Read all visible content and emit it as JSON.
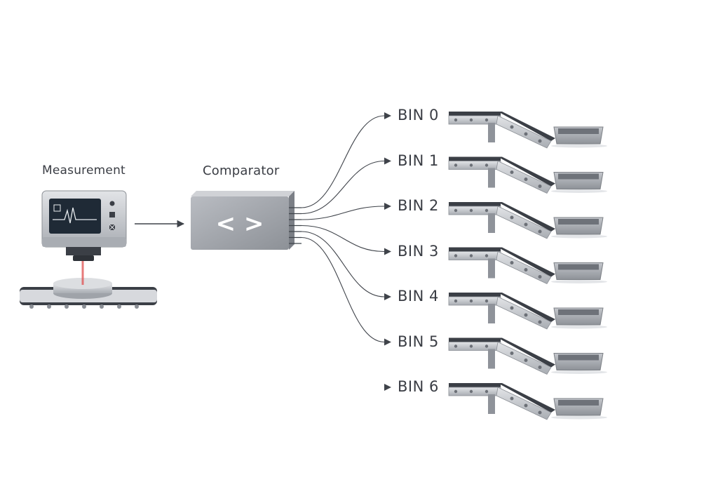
{
  "measurement": {
    "label": "Measurement"
  },
  "comparator": {
    "label": "Comparator",
    "symbol": "< >"
  },
  "bins": [
    {
      "label": "BIN 0"
    },
    {
      "label": "BIN 1"
    },
    {
      "label": "BIN 2"
    },
    {
      "label": "BIN 3"
    },
    {
      "label": "BIN 4"
    },
    {
      "label": "BIN 5"
    },
    {
      "label": "BIN 6"
    }
  ],
  "colors": {
    "line": "#3f434a",
    "device_body": "#c9cbcf",
    "device_dark": "#4a4e55",
    "screen": "#1f2a36",
    "laser": "#e05050",
    "tray": "#9ea2a8"
  }
}
